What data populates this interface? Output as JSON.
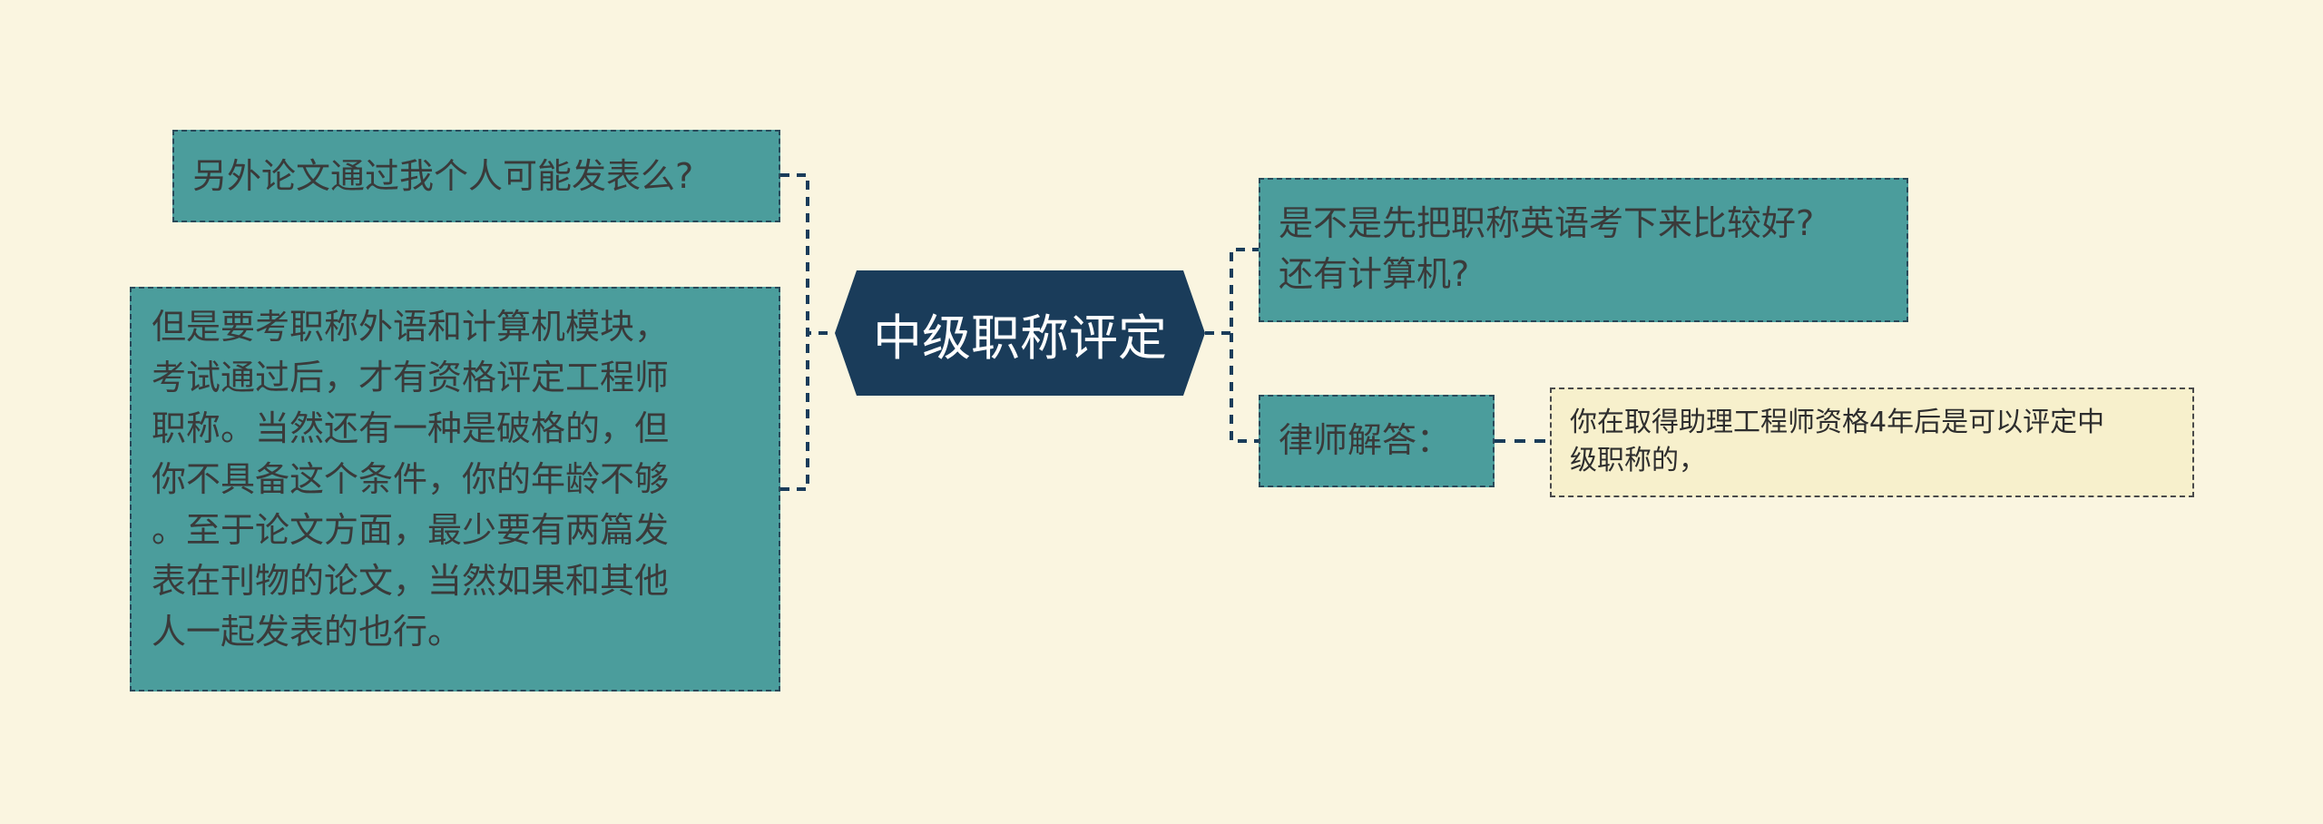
{
  "central": {
    "label": "中级职称评定"
  },
  "left_nodes": [
    {
      "text": "另外论文通过我个人可能发表么?"
    },
    {
      "text": "但是要考职称外语和计算机模块，\n考试通过后，才有资格评定工程师\n职称。当然还有一种是破格的，但\n你不具备这个条件，你的年龄不够\n。至于论文方面，最少要有两篇发\n表在刊物的论文，当然如果和其他\n人一起发表的也行。"
    }
  ],
  "right_nodes": [
    {
      "text": "是不是先把职称英语考下来比较好?\n还有计算机?"
    },
    {
      "text": "律师解答："
    }
  ],
  "answer_node": {
    "text": "你在取得助理工程师资格4年后是可以评定中\n级职称的，"
  },
  "colors": {
    "background": "#faf5e0",
    "central_fill": "#1a3c5a",
    "node_fill": "#4b9d9c",
    "answer_fill": "#f7f0cc",
    "connector": "#1a3c5a"
  }
}
